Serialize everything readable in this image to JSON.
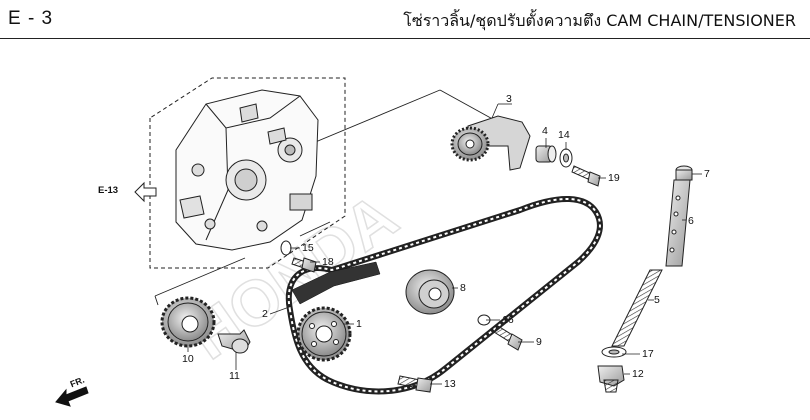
{
  "header": {
    "section_code": "E - 3",
    "title": "โซ่ราวลิ้น/ชุดปรับตั้งความตึง  CAM CHAIN/TENSIONER"
  },
  "references": {
    "engine_group": "E-13",
    "front_marker": "FR."
  },
  "watermark": "HONDA",
  "callouts": [
    {
      "id": "c1",
      "label": "1"
    },
    {
      "id": "c2",
      "label": "2"
    },
    {
      "id": "c3",
      "label": "3"
    },
    {
      "id": "c4",
      "label": "4"
    },
    {
      "id": "c5",
      "label": "5"
    },
    {
      "id": "c6",
      "label": "6"
    },
    {
      "id": "c7",
      "label": "7"
    },
    {
      "id": "c8",
      "label": "8"
    },
    {
      "id": "c9",
      "label": "9"
    },
    {
      "id": "c10",
      "label": "10"
    },
    {
      "id": "c11",
      "label": "11"
    },
    {
      "id": "c12",
      "label": "12"
    },
    {
      "id": "c13",
      "label": "13"
    },
    {
      "id": "c14",
      "label": "14"
    },
    {
      "id": "c15",
      "label": "15"
    },
    {
      "id": "c16",
      "label": "16"
    },
    {
      "id": "c17",
      "label": "17"
    },
    {
      "id": "c18",
      "label": "18"
    },
    {
      "id": "c19",
      "label": "19"
    }
  ],
  "colors": {
    "ink": "#111111",
    "part_shade": "#bfbfbf",
    "watermark": "#e3e3e3"
  }
}
